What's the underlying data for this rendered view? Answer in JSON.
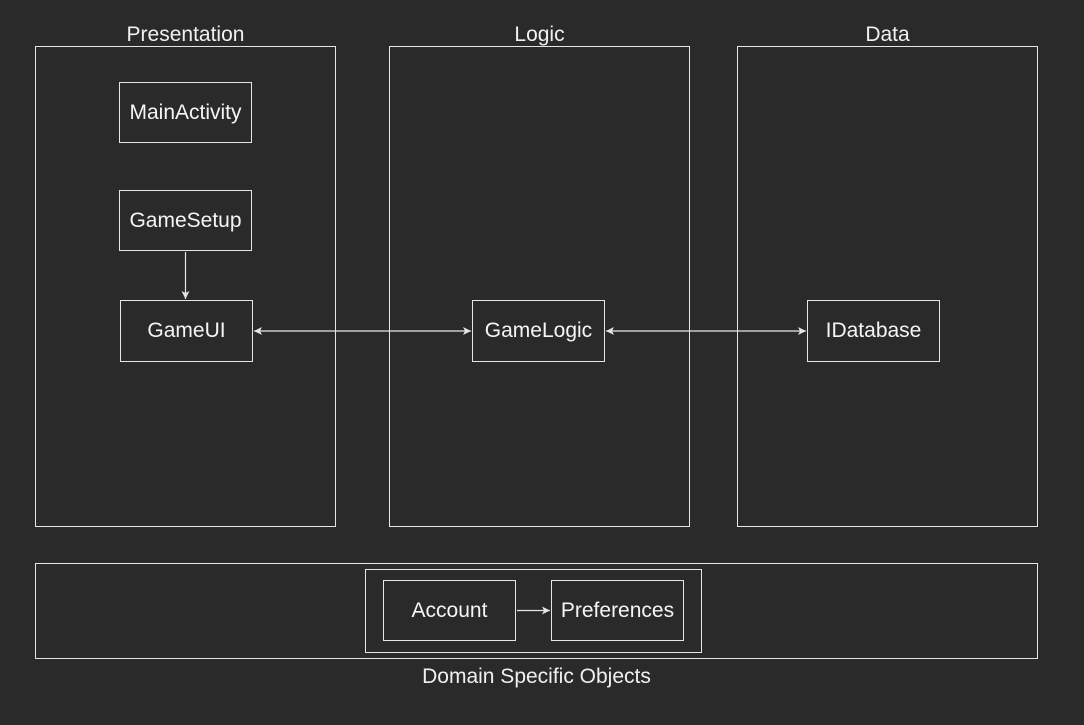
{
  "lanes": {
    "presentation": {
      "title": "Presentation"
    },
    "logic": {
      "title": "Logic"
    },
    "data": {
      "title": "Data"
    }
  },
  "nodes": {
    "main_activity": "MainActivity",
    "game_setup": "GameSetup",
    "game_ui": "GameUI",
    "game_logic": "GameLogic",
    "idatabase": "IDatabase",
    "account": "Account",
    "preferences": "Preferences"
  },
  "domain": {
    "title": "Domain Specific Objects"
  },
  "colors": {
    "background": "#2a2a2a",
    "stroke": "#e6e6e6",
    "text": "#f0f0f0"
  },
  "edges": [
    {
      "from": "GameSetup",
      "to": "GameUI",
      "direction": "one-way"
    },
    {
      "from": "GameUI",
      "to": "GameLogic",
      "direction": "bidirectional"
    },
    {
      "from": "GameLogic",
      "to": "IDatabase",
      "direction": "bidirectional"
    },
    {
      "from": "Account",
      "to": "Preferences",
      "direction": "one-way"
    }
  ]
}
